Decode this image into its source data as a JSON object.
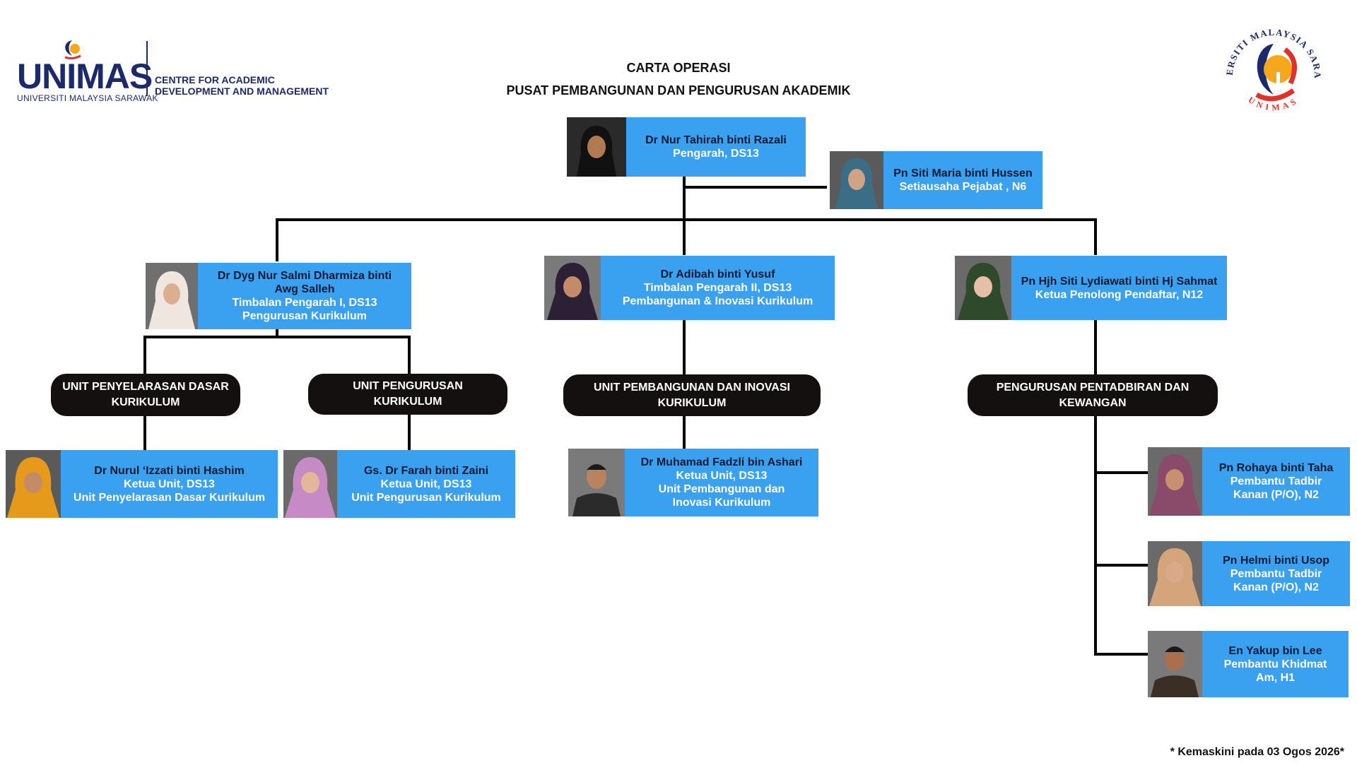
{
  "header": {
    "logo_word": "UNIMAS",
    "logo_sub": "UNIVERSITI MALAYSIA SARAWAK",
    "centre_line1": "CENTRE FOR ACADEMIC",
    "centre_line2": "DEVELOPMENT AND MANAGEMENT",
    "title_line1": "CARTA OPERASI",
    "title_line2": "PUSAT PEMBANGUNAN  DAN PENGURUSAN AKADEMIK",
    "seal_top": "UNIVERSITI MALAYSIA SARAWAK",
    "seal_bottom": "UNIMAS"
  },
  "people": {
    "director": {
      "name": "Dr Nur Tahirah binti Razali",
      "line1": "Pengarah, DS13"
    },
    "secretary": {
      "name": "Pn Siti Maria binti Hussen",
      "line1": "Setiausaha Pejabat , N6"
    },
    "deputy1": {
      "name_a": "Dr Dyg Nur Salmi Dharmiza binti",
      "name_b": "Awg Salleh",
      "line1": "Timbalan Pengarah I, DS13",
      "line2": "Pengurusan Kurikulum"
    },
    "deputy2": {
      "name": "Dr Adibah binti Yusuf",
      "line1": "Timbalan Pengarah II, DS13",
      "line2": "Pembangunan & Inovasi Kurikulum"
    },
    "registrar": {
      "name": "Pn Hjh Siti Lydiawati binti Hj Sahmat",
      "line1": "Ketua Penolong Pendaftar, N12"
    },
    "head1": {
      "name": "Dr Nurul ‘Izzati binti Hashim",
      "line1": "Ketua Unit, DS13",
      "line2": "Unit Penyelarasan Dasar Kurikulum"
    },
    "head2": {
      "name": "Gs. Dr Farah binti Zaini",
      "line1": "Ketua Unit, DS13",
      "line2": "Unit Pengurusan Kurikulum"
    },
    "head3": {
      "name": "Dr Muhamad Fadzli bin Ashari",
      "line1": "Ketua Unit, DS13",
      "line2": "Unit Pembangunan dan",
      "line3": "Inovasi Kurikulum"
    },
    "staff1": {
      "name": "Pn Rohaya binti Taha",
      "line1": "Pembantu Tadbir",
      "line2": "Kanan (P/O), N2"
    },
    "staff2": {
      "name": "Pn Helmi binti Usop",
      "line1": "Pembantu Tadbir",
      "line2": "Kanan (P/O), N2"
    },
    "staff3": {
      "name": "En Yakup bin Lee",
      "line1": "Pembantu Khidmat",
      "line2": "Am, H1"
    }
  },
  "units": {
    "u1_a": "UNIT PENYELARASAN  DASAR",
    "u1_b": "KURIKULUM",
    "u2": "UNIT PENGURUSAN KURIKULUM",
    "u3_a": "UNIT PEMBANGUNAN DAN INOVASI",
    "u3_b": "KURIKULUM",
    "u4_a": "PENGURUSAN PENTADBIRAN DAN",
    "u4_b": "KEWANGAN"
  },
  "footer": {
    "updated": "* Kemaskini pada 03 Ogos 2026*"
  },
  "colors": {
    "card": "#3aa0f0",
    "pill": "#141010",
    "logo": "#1b2a6b"
  }
}
